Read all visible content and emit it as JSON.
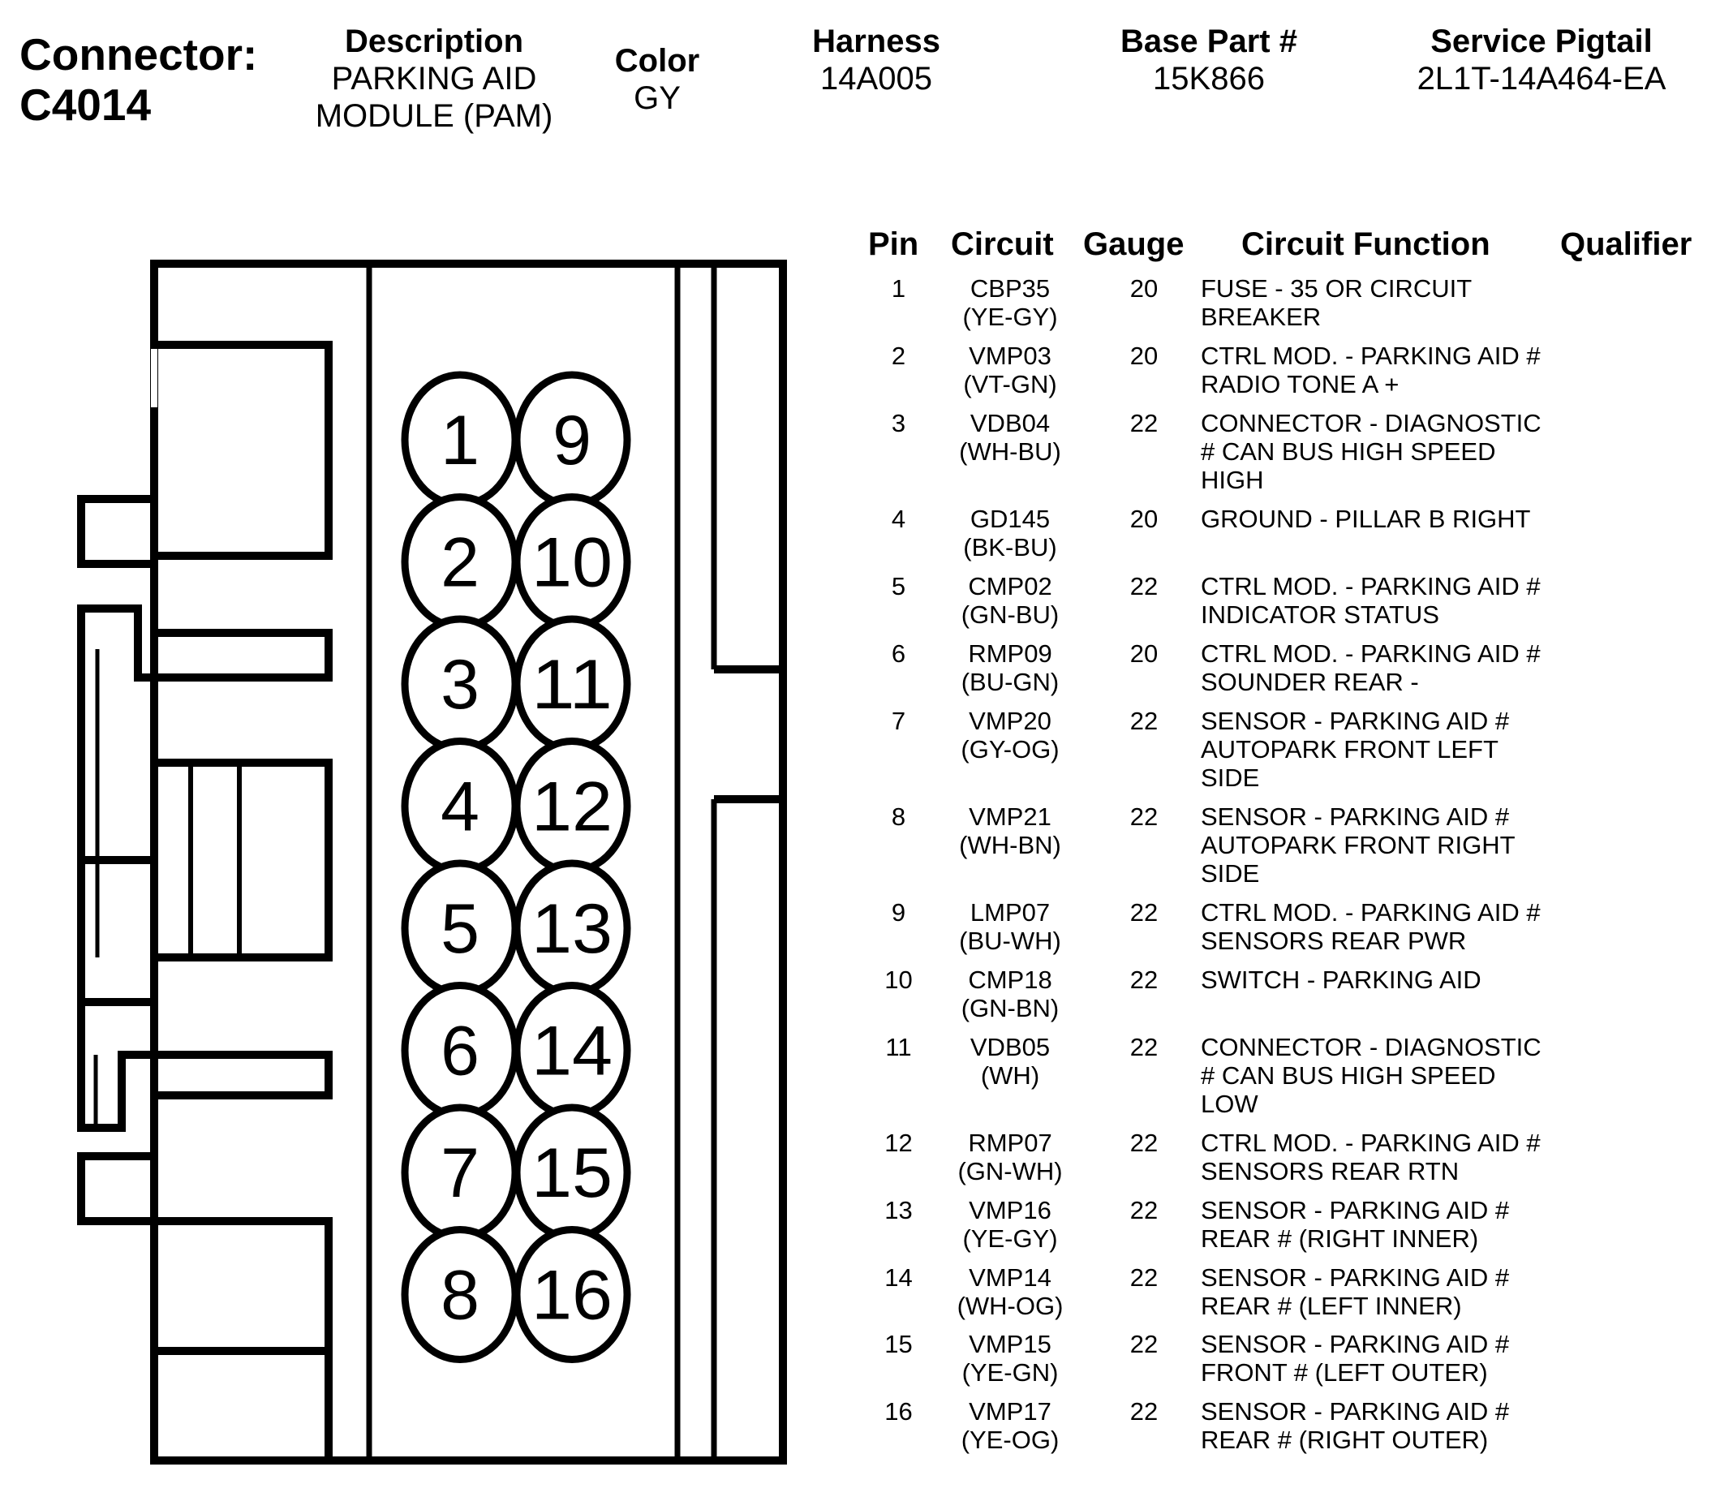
{
  "header": {
    "connector_label": "Connector:",
    "connector_id": "C4014",
    "description_label": "Description",
    "description_value": "PARKING AID\nMODULE (PAM)",
    "color_label": "Color",
    "color_value": "GY",
    "harness_label": "Harness",
    "harness_value": "14A005",
    "base_part_label": "Base Part #",
    "base_part_value": "15K866",
    "service_pigtail_label": "Service Pigtail",
    "service_pigtail_value": "2L1T-14A464-EA"
  },
  "table": {
    "columns": [
      "Pin",
      "Circuit",
      "Gauge",
      "Circuit Function",
      "Qualifier"
    ],
    "rows": [
      {
        "pin": "1",
        "circuit": "CBP35",
        "wire_color": "(YE-GY)",
        "gauge": "20",
        "function": "FUSE - 35 OR CIRCUIT\nBREAKER",
        "qualifier": ""
      },
      {
        "pin": "2",
        "circuit": "VMP03",
        "wire_color": "(VT-GN)",
        "gauge": "20",
        "function": "CTRL MOD. - PARKING AID #\nRADIO TONE A +",
        "qualifier": ""
      },
      {
        "pin": "3",
        "circuit": "VDB04",
        "wire_color": "(WH-BU)",
        "gauge": "22",
        "function": "CONNECTOR - DIAGNOSTIC\n# CAN BUS HIGH SPEED\nHIGH",
        "qualifier": ""
      },
      {
        "pin": "4",
        "circuit": "GD145",
        "wire_color": "(BK-BU)",
        "gauge": "20",
        "function": "GROUND - PILLAR B RIGHT",
        "qualifier": ""
      },
      {
        "pin": "5",
        "circuit": "CMP02",
        "wire_color": "(GN-BU)",
        "gauge": "22",
        "function": "CTRL MOD. - PARKING AID #\nINDICATOR STATUS",
        "qualifier": ""
      },
      {
        "pin": "6",
        "circuit": "RMP09",
        "wire_color": "(BU-GN)",
        "gauge": "20",
        "function": "CTRL MOD. - PARKING AID #\nSOUNDER REAR -",
        "qualifier": ""
      },
      {
        "pin": "7",
        "circuit": "VMP20",
        "wire_color": "(GY-OG)",
        "gauge": "22",
        "function": "SENSOR - PARKING AID #\nAUTOPARK FRONT LEFT\nSIDE",
        "qualifier": ""
      },
      {
        "pin": "8",
        "circuit": "VMP21",
        "wire_color": "(WH-BN)",
        "gauge": "22",
        "function": "SENSOR - PARKING AID #\nAUTOPARK FRONT RIGHT\nSIDE",
        "qualifier": ""
      },
      {
        "pin": "9",
        "circuit": "LMP07",
        "wire_color": "(BU-WH)",
        "gauge": "22",
        "function": "CTRL MOD. - PARKING AID #\nSENSORS REAR PWR",
        "qualifier": ""
      },
      {
        "pin": "10",
        "circuit": "CMP18",
        "wire_color": "(GN-BN)",
        "gauge": "22",
        "function": "SWITCH - PARKING AID",
        "qualifier": ""
      },
      {
        "pin": "11",
        "circuit": "VDB05",
        "wire_color": "(WH)",
        "gauge": "22",
        "function": "CONNECTOR - DIAGNOSTIC\n# CAN BUS HIGH SPEED\nLOW",
        "qualifier": ""
      },
      {
        "pin": "12",
        "circuit": "RMP07",
        "wire_color": "(GN-WH)",
        "gauge": "22",
        "function": "CTRL MOD. - PARKING AID #\nSENSORS REAR RTN",
        "qualifier": ""
      },
      {
        "pin": "13",
        "circuit": "VMP16",
        "wire_color": "(YE-GY)",
        "gauge": "22",
        "function": "SENSOR - PARKING AID #\nREAR # (RIGHT INNER)",
        "qualifier": ""
      },
      {
        "pin": "14",
        "circuit": "VMP14",
        "wire_color": "(WH-OG)",
        "gauge": "22",
        "function": "SENSOR - PARKING AID #\nREAR # (LEFT INNER)",
        "qualifier": ""
      },
      {
        "pin": "15",
        "circuit": "VMP15",
        "wire_color": "(YE-GN)",
        "gauge": "22",
        "function": "SENSOR - PARKING AID #\nFRONT # (LEFT OUTER)",
        "qualifier": ""
      },
      {
        "pin": "16",
        "circuit": "VMP17",
        "wire_color": "(YE-OG)",
        "gauge": "22",
        "function": "SENSOR - PARKING AID #\nREAR # (RIGHT OUTER)",
        "qualifier": ""
      }
    ]
  },
  "connector_face": {
    "left_column_pins": [
      "1",
      "2",
      "3",
      "4",
      "5",
      "6",
      "7",
      "8"
    ],
    "right_column_pins": [
      "9",
      "10",
      "11",
      "12",
      "13",
      "14",
      "15",
      "16"
    ]
  },
  "colors": {
    "ink": "#000000",
    "background": "#ffffff"
  }
}
